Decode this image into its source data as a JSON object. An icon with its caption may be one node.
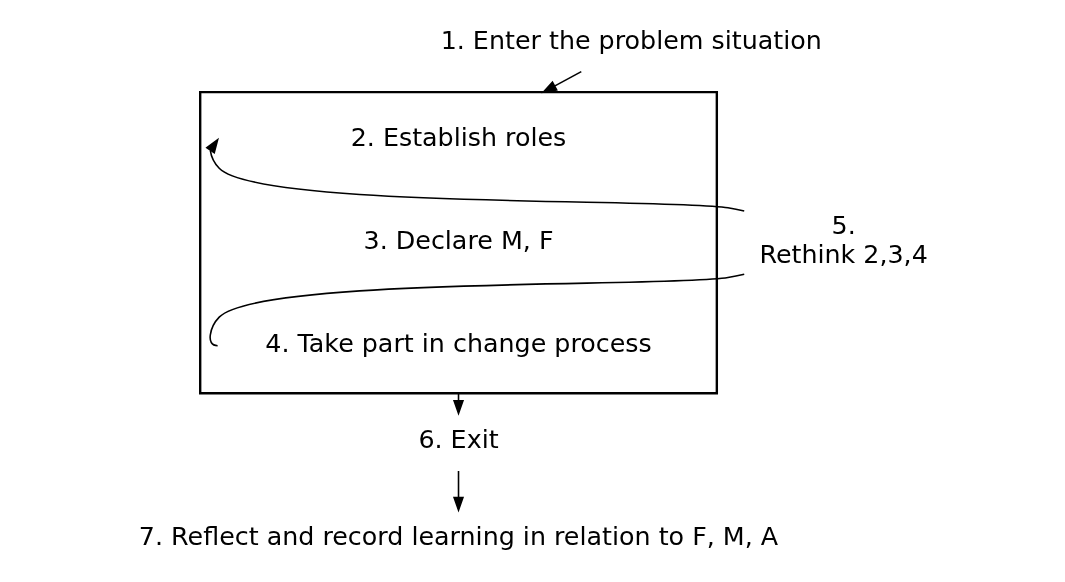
{
  "diagram": {
    "nodes": [
      {
        "text": [
          "1. Enter the problem situation"
        ]
      },
      {
        "text": [],
        "shape": "box"
      },
      {
        "text": [
          "2. Establish roles"
        ],
        "in": 1
      },
      {
        "text": [
          "3. Declare M, F"
        ],
        "in": 1
      },
      {
        "text": [
          "4. Take part in change process"
        ],
        "in": 1
      },
      {
        "text": [
          "5.",
          "Rethink 2,3,4"
        ]
      },
      {
        "text": [
          "6. Exit"
        ]
      },
      {
        "text": [
          "7. Reflect and record learning in relation to F, M, A"
        ]
      }
    ],
    "edges": [
      {
        "from": 0,
        "to": 1,
        "arrow": "to"
      },
      {
        "from": 4,
        "to": 5,
        "arrow": "none"
      },
      {
        "from": 5,
        "to": 2,
        "arrow": "to"
      },
      {
        "from": 1,
        "to": 6,
        "arrow": "to"
      },
      {
        "from": 6,
        "to": 7,
        "arrow": "to"
      }
    ]
  }
}
